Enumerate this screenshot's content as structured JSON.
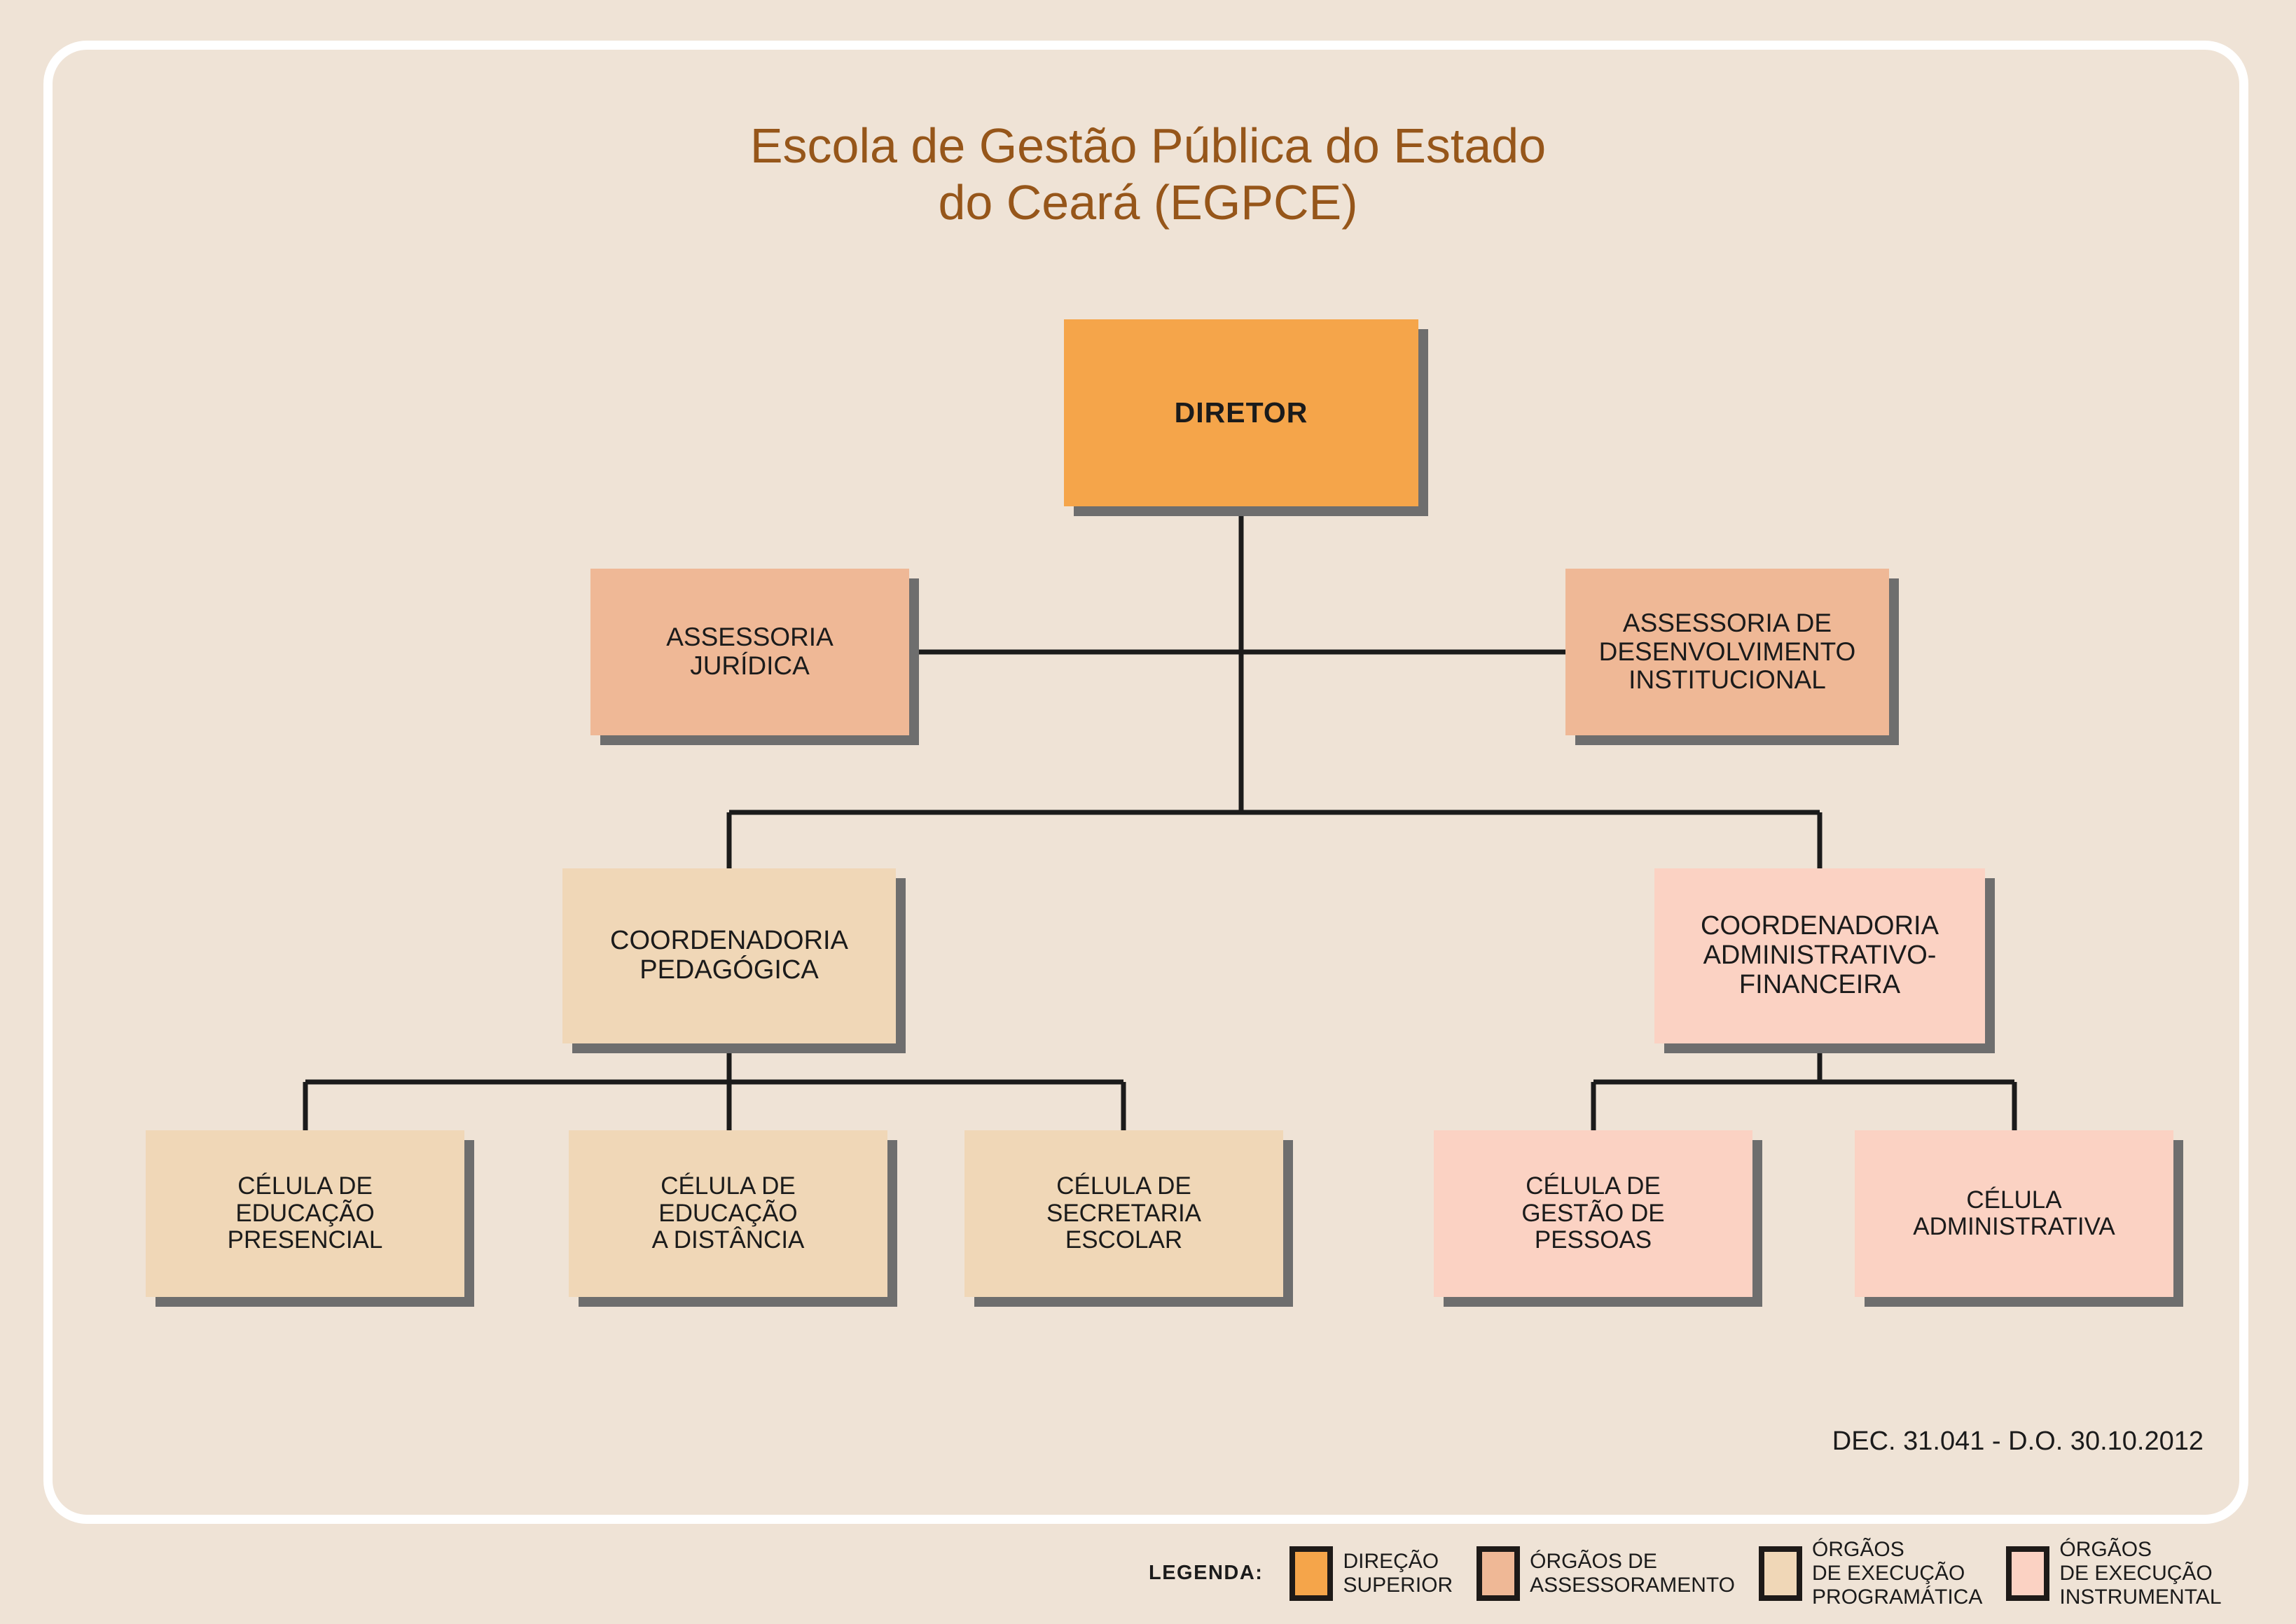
{
  "title": {
    "line1": "Escola de Gestão Pública do Estado",
    "line2": "do Ceará (EGPCE)",
    "color": "#96561A"
  },
  "chart_data": {
    "type": "diagram",
    "diagram_type": "organizational-chart",
    "title": "Escola de Gestão Pública do Estado do Ceará (EGPCE)",
    "levels": 4,
    "nodes": [
      {
        "id": "diretor",
        "label": "DIRETOR",
        "level": 0,
        "category": "direcao-superior",
        "color": "#F5A54A"
      },
      {
        "id": "assess_jur",
        "label": "ASSESSORIA JURÍDICA",
        "level": 1,
        "category": "assessoramento",
        "color": "#EFB896"
      },
      {
        "id": "assess_des",
        "label": "ASSESSORIA DE DESENVOLVIMENTO INSTITUCIONAL",
        "level": 1,
        "category": "assessoramento",
        "color": "#EFB896"
      },
      {
        "id": "coord_ped",
        "label": "COORDENADORIA PEDAGÓGICA",
        "level": 2,
        "category": "execucao-programatica",
        "color": "#F0D7B7"
      },
      {
        "id": "coord_adm",
        "label": "COORDENADORIA ADMINISTRATIVO-FINANCEIRA",
        "level": 2,
        "category": "execucao-instrumental",
        "color": "#FBD2C3"
      },
      {
        "id": "cel_pres",
        "label": "CÉLULA DE EDUCAÇÃO PRESENCIAL",
        "level": 3,
        "category": "execucao-programatica",
        "color": "#F0D7B7"
      },
      {
        "id": "cel_dist",
        "label": "CÉLULA DE EDUCAÇÃO A DISTÂNCIA",
        "level": 3,
        "category": "execucao-programatica",
        "color": "#F0D7B7"
      },
      {
        "id": "cel_sec",
        "label": "CÉLULA DE SECRETARIA ESCOLAR",
        "level": 3,
        "category": "execucao-programatica",
        "color": "#F0D7B7"
      },
      {
        "id": "cel_pessoas",
        "label": "CÉLULA DE GESTÃO DE PESSOAS",
        "level": 3,
        "category": "execucao-instrumental",
        "color": "#FBD2C3"
      },
      {
        "id": "cel_admin",
        "label": "CÉLULA ADMINISTRATIVA",
        "level": 3,
        "category": "execucao-instrumental",
        "color": "#FBD2C3"
      }
    ],
    "edges": [
      {
        "from": "diretor",
        "to": "assess_jur"
      },
      {
        "from": "diretor",
        "to": "assess_des"
      },
      {
        "from": "diretor",
        "to": "coord_ped"
      },
      {
        "from": "diretor",
        "to": "coord_adm"
      },
      {
        "from": "coord_ped",
        "to": "cel_pres"
      },
      {
        "from": "coord_ped",
        "to": "cel_dist"
      },
      {
        "from": "coord_ped",
        "to": "cel_sec"
      },
      {
        "from": "coord_adm",
        "to": "cel_pessoas"
      },
      {
        "from": "coord_adm",
        "to": "cel_admin"
      }
    ]
  },
  "nodes": {
    "diretor": {
      "line1": "DIRETOR"
    },
    "assess_jur": {
      "line1": "ASSESSORIA",
      "line2": "JURÍDICA"
    },
    "assess_des": {
      "line1": "ASSESSORIA DE",
      "line2": "DESENVOLVIMENTO",
      "line3": "INSTITUCIONAL"
    },
    "coord_ped": {
      "line1": "COORDENADORIA",
      "line2": "PEDAGÓGICA"
    },
    "coord_adm": {
      "line1": "COORDENADORIA",
      "line2": "ADMINISTRATIVO-",
      "line3": "FINANCEIRA"
    },
    "cel_pres": {
      "line1": "CÉLULA DE",
      "line2": "EDUCAÇÃO",
      "line3": "PRESENCIAL"
    },
    "cel_dist": {
      "line1": "CÉLULA DE",
      "line2": "EDUCAÇÃO",
      "line3": "A DISTÂNCIA"
    },
    "cel_sec": {
      "line1": "CÉLULA DE",
      "line2": "SECRETARIA",
      "line3": "ESCOLAR"
    },
    "cel_pessoas": {
      "line1": "CÉLULA DE",
      "line2": "GESTÃO DE",
      "line3": "PESSOAS"
    },
    "cel_admin": {
      "line1": "CÉLULA",
      "line2": "ADMINISTRATIVA"
    }
  },
  "decree": "DEC. 31.041 - D.O. 30.10.2012",
  "legend": {
    "title": "LEGENDA:",
    "items": [
      {
        "color": "#F5A54A",
        "line1": "DIREÇÃO",
        "line2": "SUPERIOR",
        "line3": ""
      },
      {
        "color": "#EFB896",
        "line1": "ÓRGÃOS DE",
        "line2": "ASSESSORAMENTO",
        "line3": ""
      },
      {
        "color": "#F0D7B7",
        "line1": "ÓRGÃOS",
        "line2": "DE EXECUÇÃO",
        "line3": "PROGRAMÁTICA"
      },
      {
        "color": "#FBD2C3",
        "line1": "ÓRGÃOS",
        "line2": "DE EXECUÇÃO",
        "line3": "INSTRUMENTAL"
      }
    ]
  }
}
